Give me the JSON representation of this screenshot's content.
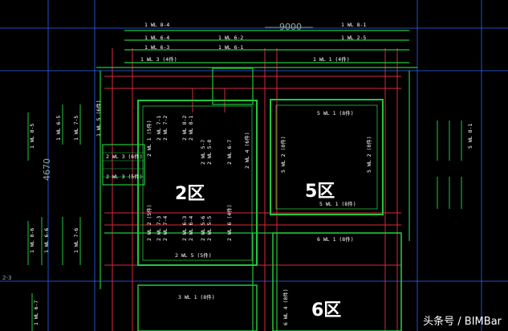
{
  "drawing": {
    "dimension": "9000",
    "dimension_left": "4670",
    "axis_label": "2-3",
    "zones": [
      "2区",
      "5区",
      "6区"
    ],
    "colors": {
      "green": "#22c83c",
      "red": "#d8283c",
      "blue": "#2a64ff",
      "white": "#ffffff",
      "axis": "#9aa9b5"
    }
  },
  "labels": {
    "top": [
      "1 WL 8-4",
      "1 WL 6-4",
      "1 WL 6-2",
      "1 WL 8-1",
      "1 WL 2-5",
      "1 WL 6-3",
      "1 WL 6-1",
      "1 WL 3 (4件)",
      "1 WL 1 (4件)"
    ],
    "left": [
      "1 WL 8-5",
      "1 WL 6-5",
      "1 WL 7-5",
      "1 WL 8-6",
      "1 WL 6-6",
      "1 WL 7-6",
      "1 WL 6-7",
      "1 WL 5 (6件)"
    ],
    "zone2": [
      "2 WL 1 (5件)",
      "2 WL 7-1",
      "2 WL 7-2",
      "2 WL 8-2",
      "2 WL 8-1",
      "2 WL 5-7",
      "2 WL 5-8",
      "2 WL 6-7",
      "2 WL 4 (6件)",
      "2 WL 3 (6件)",
      "2 WL 3 (5件)",
      "2 WL 2 (5件)",
      "2 WL 7-3",
      "2 WL 7-4",
      "2 WL 6-3",
      "2 WL 6-4",
      "2 WL 5-6",
      "2 WL 5-5",
      "2 WL 6 (4件)",
      "2 WL 5 (5件)"
    ],
    "zone5": [
      "5 WL 1 (8件)",
      "5 WL 2 (8件)",
      "5 WL 2 (8件)",
      "5 WL 1 (8件)",
      "5 WL 8-1",
      "6 WL 1 (8件)"
    ],
    "zone6": [
      "3 WL 1 (8件)",
      "6 WL 4 (8件)"
    ]
  },
  "watermark": "头条号 / BIMBar"
}
